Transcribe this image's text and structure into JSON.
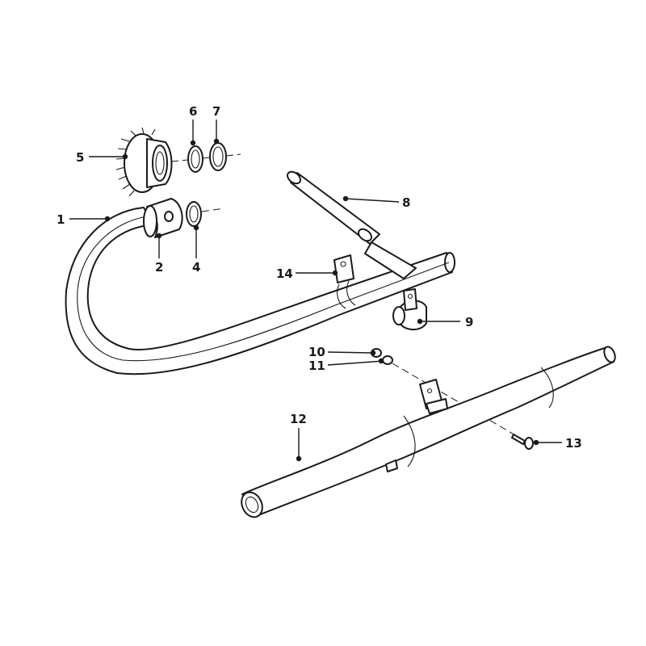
{
  "callouts": [
    {
      "id": "1",
      "label": "1"
    },
    {
      "id": "2",
      "label": "2"
    },
    {
      "id": "4",
      "label": "4"
    },
    {
      "id": "5",
      "label": "5"
    },
    {
      "id": "6",
      "label": "6"
    },
    {
      "id": "7",
      "label": "7"
    },
    {
      "id": "8",
      "label": "8"
    },
    {
      "id": "9",
      "label": "9"
    },
    {
      "id": "10",
      "label": "10"
    },
    {
      "id": "11",
      "label": "11"
    },
    {
      "id": "12",
      "label": "12"
    },
    {
      "id": "13",
      "label": "13"
    },
    {
      "id": "14",
      "label": "14"
    }
  ],
  "colors": {
    "ink": "#1a1a1a",
    "background": "#ffffff"
  }
}
